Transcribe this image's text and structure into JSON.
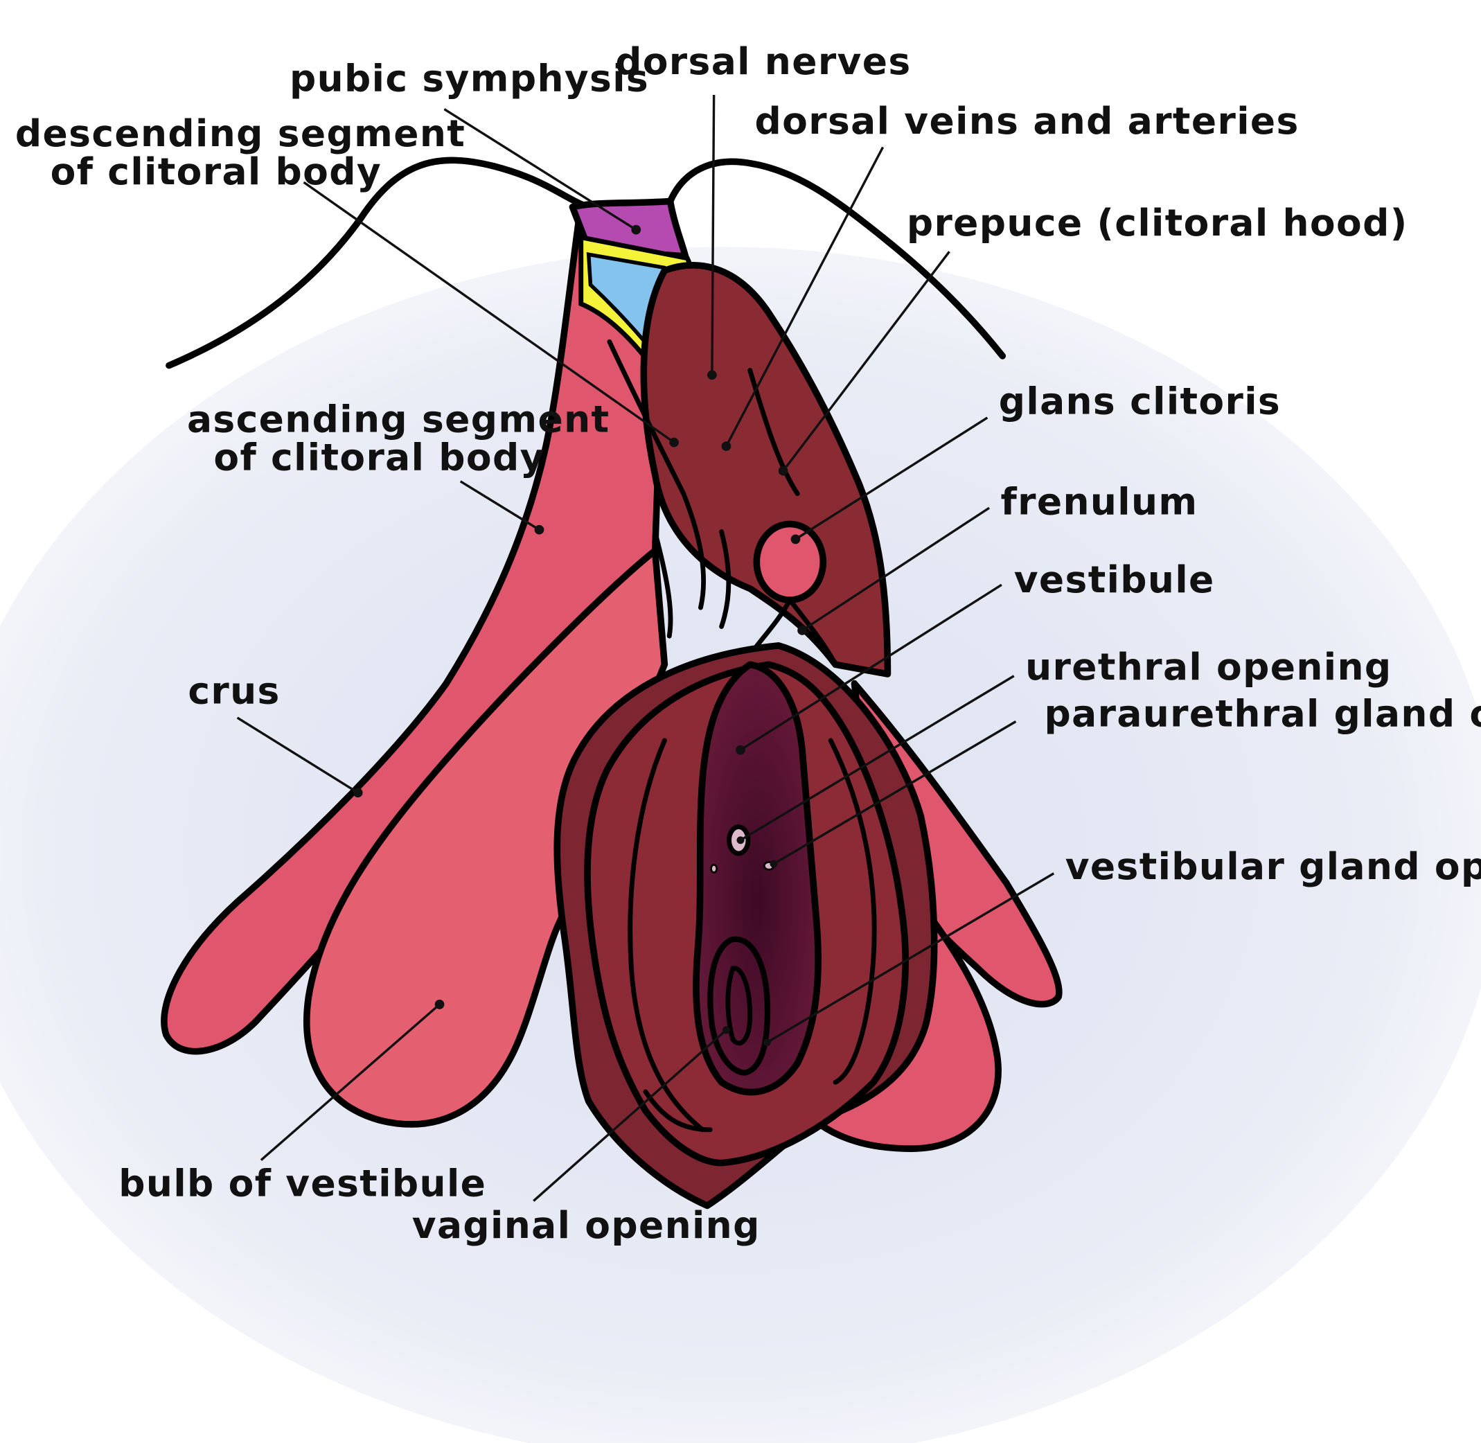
{
  "colors": {
    "background_wash": "#dfe4f1",
    "clitoral_body": "#e0566c",
    "prepuce": "#8a2b33",
    "labia": "#7d2631",
    "vestibule": "#4a0f2c",
    "pubic_symphysis": "#b54bb0",
    "nerves": "#f4f33a",
    "veins_arteries": "#83c3ee"
  },
  "labels": {
    "pubic_symphysis": "pubic symphysis",
    "dorsal_nerves": "dorsal nerves",
    "descending_segment_1": "descending segment",
    "descending_segment_2": "of clitoral body",
    "dorsal_veins": "dorsal veins and arteries",
    "prepuce": "prepuce (clitoral hood)",
    "glans": "glans clitoris",
    "ascending_segment_1": "ascending segment",
    "ascending_segment_2": "of clitoral body",
    "frenulum": "frenulum",
    "vestibule": "vestibule",
    "urethral_opening": "urethral opening",
    "paraurethral": "paraurethral gland openings",
    "crus": "crus",
    "vestibular_gland": "vestibular gland openings",
    "bulb": "bulb of vestibule",
    "vaginal_opening": "vaginal opening"
  }
}
